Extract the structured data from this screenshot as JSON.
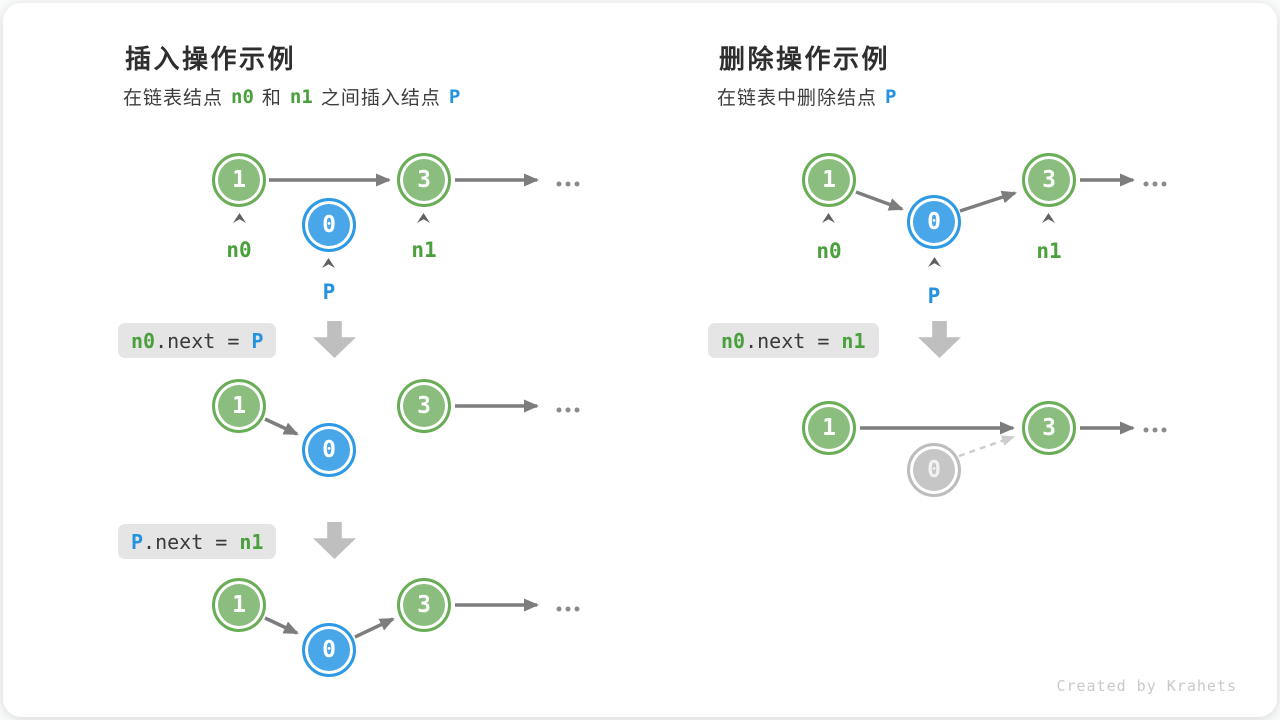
{
  "watermark": "Created by Krahets",
  "insert": {
    "title": "插入操作示例",
    "subtitle": {
      "t1": "在链表结点",
      "n0": "n0",
      "t2": "和",
      "n1": "n1",
      "t3": "之间插入结点",
      "p": "P"
    },
    "code1": {
      "lhs": "n0",
      "mid": ".next = ",
      "rhs": "P"
    },
    "code2": {
      "lhs": "P",
      "mid": ".next = ",
      "rhs": "n1"
    },
    "labels": {
      "n0": "n0",
      "n1": "n1",
      "p": "P"
    },
    "nodes": {
      "first": "1",
      "third": "3",
      "inserted": "0"
    }
  },
  "delete": {
    "title": "删除操作示例",
    "subtitle": {
      "t1": "在链表中删除结点",
      "p": "P"
    },
    "code1": {
      "lhs": "n0",
      "mid": ".next = ",
      "rhs": "n1"
    },
    "labels": {
      "n0": "n0",
      "n1": "n1",
      "p": "P"
    },
    "nodes": {
      "first": "1",
      "third": "3",
      "deleted": "0"
    }
  },
  "colors": {
    "node_green": "#8bbe7e",
    "node_green_border": "#69ad57",
    "node_blue": "#49a6e8",
    "node_blue_border": "#2d9ae3",
    "node_gray": "#c6c6c6",
    "arrow_gray": "#7d7d7d",
    "label_green": "#4aa03c",
    "label_blue": "#2492de",
    "code_bg": "#e5e5e5",
    "block_arrow": "#bfbfbf"
  }
}
